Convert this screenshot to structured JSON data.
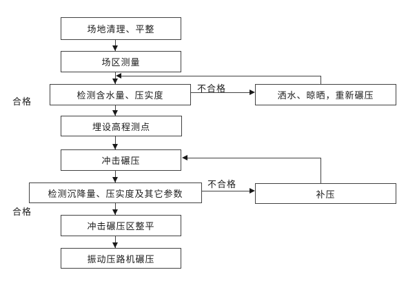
{
  "flowchart": {
    "title": "",
    "colors": {
      "line": "#3f3f3f",
      "text": "#1a1a1a",
      "box_fill": "#ffffff",
      "background": "#ffffff"
    },
    "nodes": [
      {
        "id": "site-clearing",
        "label": "场地清理、平整"
      },
      {
        "id": "site-survey",
        "label": "场区测量"
      },
      {
        "id": "test-moisture",
        "label": "检测含水量、压实度"
      },
      {
        "id": "elevation-points",
        "label": "埋设高程测点"
      },
      {
        "id": "impact-rolling",
        "label": "冲击碾压"
      },
      {
        "id": "test-settlement",
        "label": "检测沉降量、压实度及其它参数"
      },
      {
        "id": "rolling-area-leveling",
        "label": "冲击碾压区整平"
      },
      {
        "id": "vibratory-rolling",
        "label": "振动压路机碾压"
      },
      {
        "id": "rewater-reroll",
        "label": "洒水、晾晒，重新碾压"
      },
      {
        "id": "supplementary-rolling",
        "label": "补压"
      }
    ],
    "edge_labels": {
      "pass_top": "合格",
      "pass_bottom": "合格",
      "fail_top": "不合格",
      "fail_bottom": "不合格"
    }
  }
}
